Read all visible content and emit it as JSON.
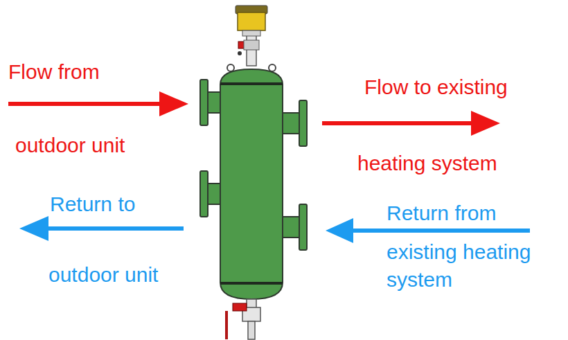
{
  "diagram": {
    "labels": [
      "Flow from",
      "outdoor unit",
      "Flow to existing",
      "heating system",
      "Return to",
      "outdoor unit",
      "Return from",
      "existing heating system"
    ]
  }
}
